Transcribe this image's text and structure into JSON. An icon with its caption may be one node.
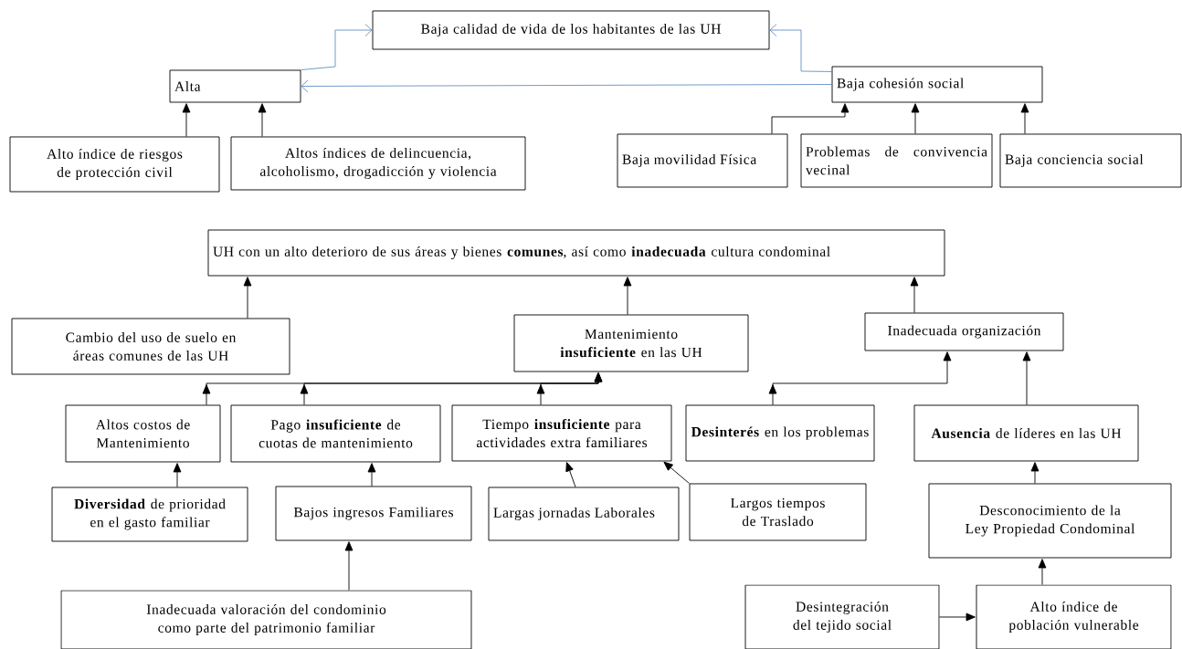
{
  "diagram": {
    "nodes": [
      {
        "text": [
          "Baja calidad de vida de los habitantes de las UH"
        ]
      },
      {
        "text": [
          "Alta"
        ]
      },
      {
        "text": [
          "Baja cohesión social"
        ]
      },
      {
        "text": [
          "Alto índice de riesgos de protección civil"
        ]
      },
      {
        "text": [
          "Altos índices de delincuencia, alcoholismo, drogadicción y violencia"
        ]
      },
      {
        "text": [
          "Baja movilidad Física"
        ]
      },
      {
        "text": [
          "Problemas de convivencia vecinal"
        ]
      },
      {
        "text": [
          "Baja conciencia social"
        ]
      },
      {
        "text": [
          "UH con un alto deterioro de sus áreas y bienes **comunes**, así como **inadecuada** cultura condominal"
        ]
      },
      {
        "text": [
          "Cambio del uso de suelo en áreas comunes de las UH"
        ]
      },
      {
        "text": [
          "Mantenimiento **insuficiente** en las UH"
        ]
      },
      {
        "text": [
          "Inadecuada organización"
        ]
      },
      {
        "text": [
          "Altos costos de Mantenimiento"
        ]
      },
      {
        "text": [
          "Pago **insuficiente** de cuotas de mantenimiento"
        ]
      },
      {
        "text": [
          "Tiempo **insuficiente** para actividades extra familiares"
        ]
      },
      {
        "text": [
          "**Desinterés** en los problemas"
        ]
      },
      {
        "text": [
          "**Ausencia** de líderes en las UH"
        ]
      },
      {
        "text": [
          "**Diversidad** de prioridad en el gasto familiar"
        ]
      },
      {
        "text": [
          "Bajos ingresos Familiares"
        ]
      },
      {
        "text": [
          "Largas jornadas Laborales"
        ]
      },
      {
        "text": [
          "Largos tiempos de Traslado"
        ]
      },
      {
        "text": [
          "Desconocimiento de la Ley Propiedad Condominal"
        ]
      },
      {
        "text": [
          "Inadecuada valoración del condominio como parte del patrimonio familiar"
        ]
      },
      {
        "text": [
          "Desintegración del tejido social"
        ]
      },
      {
        "text": [
          "Alto índice de población vulnerable"
        ]
      }
    ],
    "edges": [
      {
        "from": 1,
        "to": 0,
        "arrow": "to",
        "color": "#4f81bd"
      },
      {
        "from": 2,
        "to": 0,
        "arrow": "to",
        "color": "#4f81bd"
      },
      {
        "from": 2,
        "to": 1,
        "arrow": "to",
        "color": "#4f81bd"
      },
      {
        "from": 3,
        "to": 1,
        "arrow": "to"
      },
      {
        "from": 4,
        "to": 1,
        "arrow": "to"
      },
      {
        "from": 5,
        "to": 2,
        "arrow": "to"
      },
      {
        "from": 6,
        "to": 2,
        "arrow": "to"
      },
      {
        "from": 7,
        "to": 2,
        "arrow": "to"
      },
      {
        "from": 9,
        "to": 8,
        "arrow": "to"
      },
      {
        "from": 10,
        "to": 8,
        "arrow": "to"
      },
      {
        "from": 11,
        "to": 8,
        "arrow": "to"
      },
      {
        "from": 12,
        "to": 10,
        "arrow": "to"
      },
      {
        "from": 13,
        "to": 10,
        "arrow": "to"
      },
      {
        "from": 14,
        "to": 10,
        "arrow": "to"
      },
      {
        "from": 15,
        "to": 11,
        "arrow": "to"
      },
      {
        "from": 16,
        "to": 11,
        "arrow": "to"
      },
      {
        "from": 17,
        "to": 12,
        "arrow": "to"
      },
      {
        "from": 18,
        "to": 13,
        "arrow": "to"
      },
      {
        "from": 19,
        "to": 14,
        "arrow": "to"
      },
      {
        "from": 20,
        "to": 14,
        "arrow": "to"
      },
      {
        "from": 21,
        "to": 16,
        "arrow": "to"
      },
      {
        "from": 22,
        "to": 18,
        "arrow": "to"
      },
      {
        "from": 23,
        "to": 24,
        "arrow": "to"
      },
      {
        "from": 24,
        "to": 21,
        "arrow": "to"
      }
    ]
  }
}
